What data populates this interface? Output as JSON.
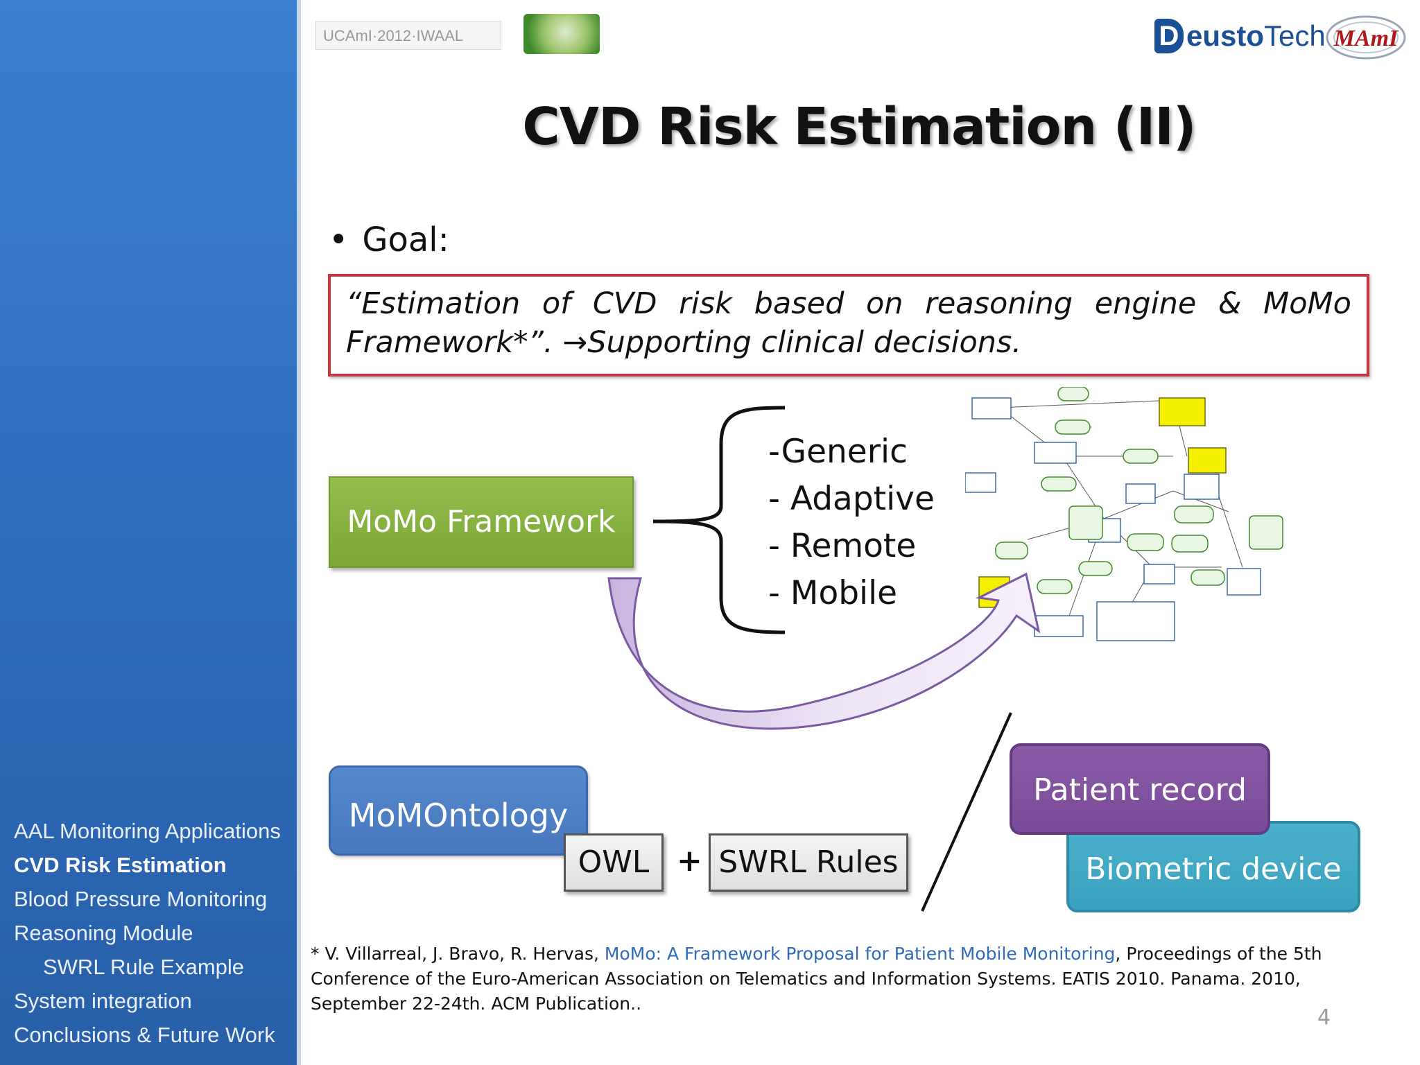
{
  "sidebar": {
    "items": [
      {
        "label": "AAL Monitoring Applications"
      },
      {
        "label": "CVD Risk Estimation"
      },
      {
        "label": "Blood Pressure Monitoring"
      },
      {
        "label": "Reasoning Module"
      },
      {
        "label": "SWRL Rule Example"
      },
      {
        "label": "System integration"
      },
      {
        "label": "Conclusions & Future Work"
      }
    ],
    "active_index": 1
  },
  "header": {
    "logo_left_text": "UCAmI·2012·IWAAL",
    "logo_right_brand": "DeustoTech",
    "logo_right_brand_d": "D",
    "logo_right_brand_rest_bold": "eusto",
    "logo_right_brand_rest": "Tech",
    "logo_maml": "MAmI"
  },
  "slide": {
    "title": "CVD Risk Estimation (II)",
    "goal_label": "Goal:",
    "quote_words_line1": [
      "“Estimation",
      "of",
      "CVD",
      "risk",
      "based",
      "on",
      "reasoning",
      "engine",
      "&",
      "MoMo"
    ],
    "quote_line2": "Framework*”.  →Supporting clinical decisions.",
    "momo_framework": "MoMo Framework",
    "properties": [
      "-Generic",
      "- Adaptive",
      "- Remote",
      "- Mobile"
    ],
    "momontology": "MoMOntology",
    "owl": "OWL",
    "plus": "+",
    "swrl": "SWRL Rules",
    "patient_record": "Patient record",
    "biometric_device": "Biometric device",
    "reference": {
      "prefix": "* V. Villarreal, J. Bravo, R. Hervas, ",
      "link": "MoMo: A Framework Proposal for Patient Mobile Monitoring",
      "suffix": ", Proceedings of the 5th Conference of the Euro-American Association on Telematics and Information Systems. EATIS 2010. Panama. 2010, September 22-24th. ACM Publication.."
    },
    "page_number": "4"
  },
  "colors": {
    "sidebar": "#3b7fd0",
    "quote_border": "#c8353a",
    "momo_green": "#86b241",
    "momontology_blue": "#4f82c6",
    "patient_purple": "#7f50a0",
    "biometric_cyan": "#42a9c5",
    "link": "#2e6bb8"
  }
}
